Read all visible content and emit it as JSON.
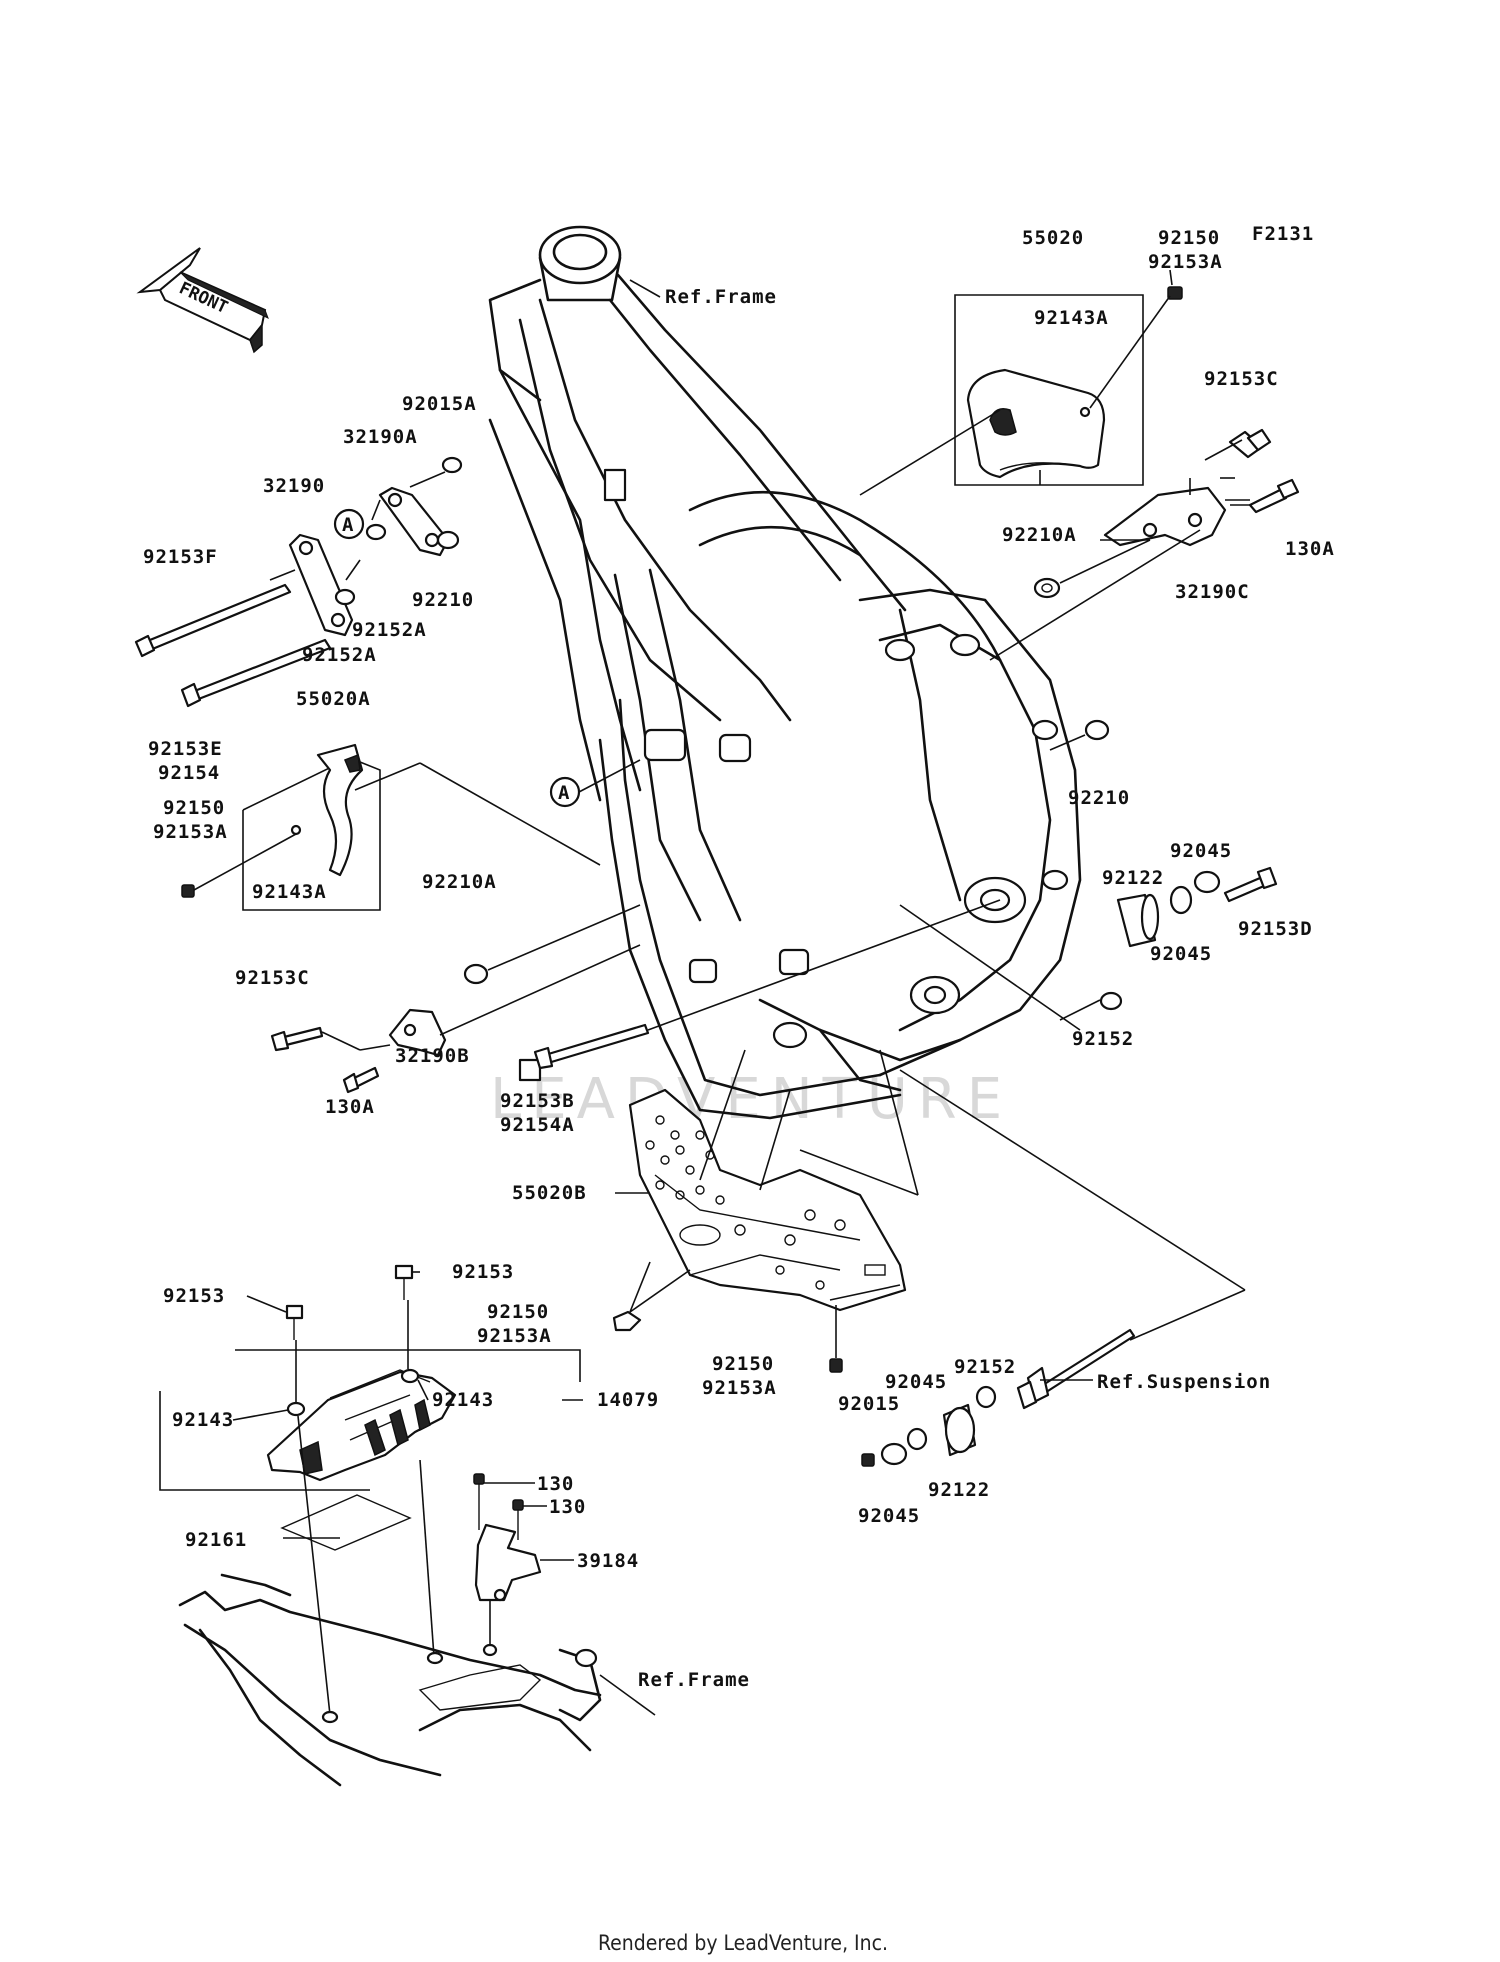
{
  "diagram_code": "F2131",
  "front_label": "FRONT",
  "callout_marker": "A",
  "refs": {
    "frame_top": "Ref.Frame",
    "frame_bottom": "Ref.Frame",
    "suspension": "Ref.Suspension"
  },
  "labels": {
    "p55020": "55020",
    "p92150_tr": "92150",
    "p92153A_tr": "92153A",
    "p92143A_tr": "92143A",
    "p92153C_tr": "92153C",
    "p92210A_r": "92210A",
    "p130A_r": "130A",
    "p32190C": "32190C",
    "p92015A": "92015A",
    "p32190A": "32190A",
    "p32190": "32190",
    "p92153F": "92153F",
    "p92210_l": "92210",
    "p92152A_1": "92152A",
    "p92152A_2": "92152A",
    "p92153E": "92153E",
    "p92154": "92154",
    "p55020A": "55020A",
    "p92150_l": "92150",
    "p92153A_l": "92153A",
    "p92143A_l": "92143A",
    "p92210A_l": "92210A",
    "p92153C_l": "92153C",
    "p32190B": "32190B",
    "p130A_l": "130A",
    "p92210_r": "92210",
    "p92045_1": "92045",
    "p92122_1": "92122",
    "p92153D": "92153D",
    "p92045_2": "92045",
    "p92152_1": "92152",
    "p92153B": "92153B",
    "p92154A": "92154A",
    "p55020B": "55020B",
    "p92153_1": "92153",
    "p92153_2": "92153",
    "p92150_m": "92150",
    "p92153A_m": "92153A",
    "p92150_b": "92150",
    "p92153A_b": "92153A",
    "p92143_r": "92143",
    "p14079": "14079",
    "p92143_l": "92143",
    "p92152_2": "92152",
    "p92045_3": "92045",
    "p92015": "92015",
    "p92122_2": "92122",
    "p92045_4": "92045",
    "p130_1": "130",
    "p130_2": "130",
    "p39184": "39184",
    "p92161": "92161"
  },
  "watermark": "LEADVENTURE",
  "footer": "Rendered by LeadVenture, Inc."
}
